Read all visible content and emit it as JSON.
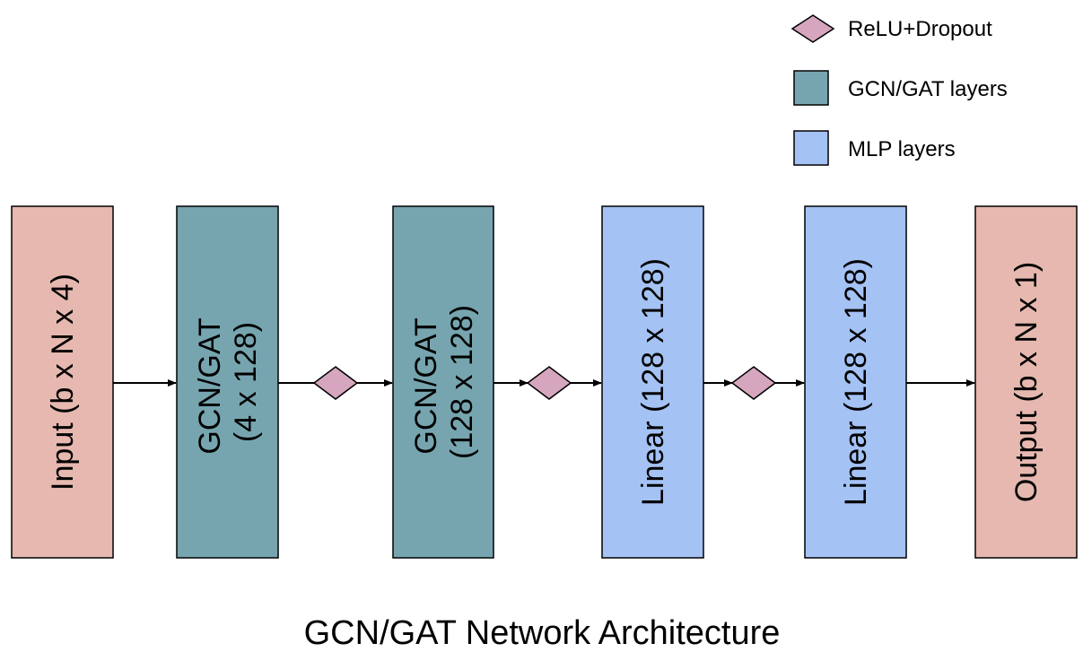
{
  "colors": {
    "io_fill": "#e6b8af",
    "gnn_fill": "#76a5af",
    "mlp_fill": "#a4c2f4",
    "relu_fill": "#d5a6bd",
    "stroke": "#000000"
  },
  "legend": {
    "relu": "ReLU+Dropout",
    "gnn": "GCN/GAT layers",
    "mlp": "MLP layers"
  },
  "blocks": {
    "input": {
      "label": "Input (b x N x 4)"
    },
    "gnn1": {
      "line1": "GCN/GAT",
      "line2": "(4 x 128)"
    },
    "gnn2": {
      "line1": "GCN/GAT",
      "line2": "(128 x 128)"
    },
    "linear1": {
      "label": "Linear (128 x 128)"
    },
    "linear2": {
      "label": "Linear (128 x 128)"
    },
    "output": {
      "label": "Output (b x N x 1)"
    }
  },
  "caption": "GCN/GAT Network Architecture"
}
